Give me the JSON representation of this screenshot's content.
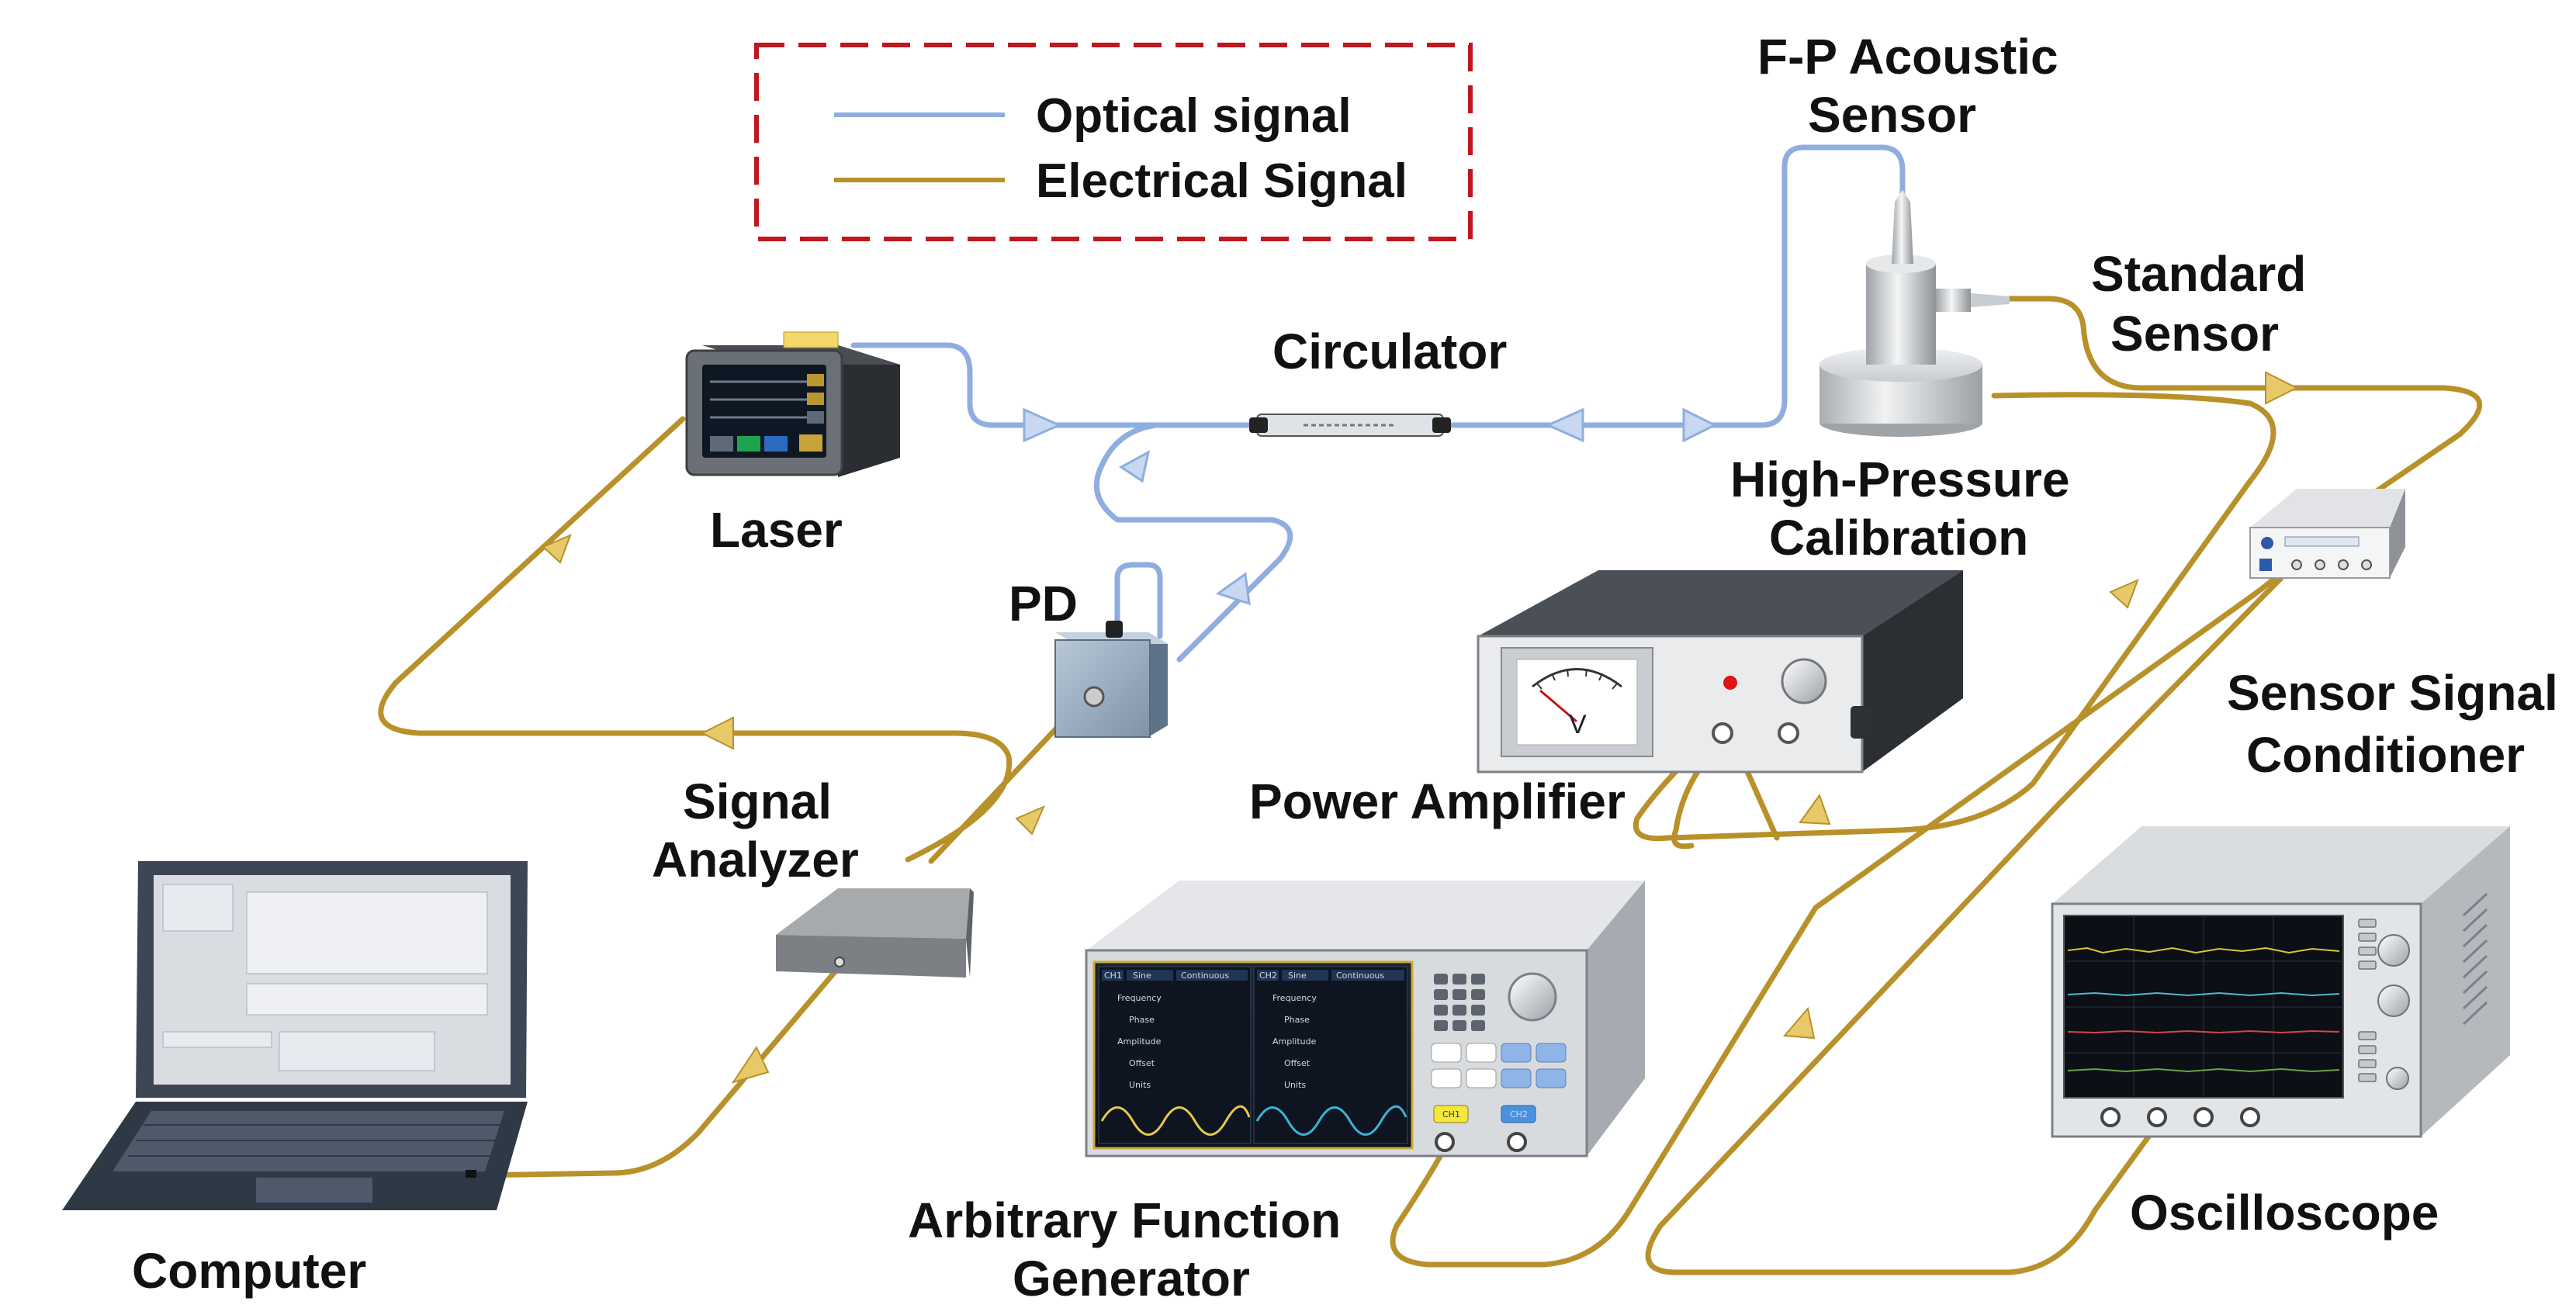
{
  "legend": {
    "optical": "Optical signal",
    "electrical": "Electrical Signal"
  },
  "colors": {
    "optical": "#8faee0",
    "electrical": "#b8912a",
    "legend_border": "#c0161d"
  },
  "labels": {
    "fp_sensor_line1": "F-P Acoustic",
    "fp_sensor_line2": "Sensor",
    "standard_sensor_line1": "Standard",
    "standard_sensor_line2": "Sensor",
    "circulator": "Circulator",
    "laser": "Laser",
    "pd": "PD",
    "high_pressure_line1": "High-Pressure",
    "high_pressure_line2": "Calibration",
    "sensor_cond_line1": "Sensor Signal",
    "sensor_cond_line2": "Conditioner",
    "signal_analyzer_line1": "Signal",
    "signal_analyzer_line2": "Analyzer",
    "power_amplifier": "Power Amplifier",
    "afg_line1": "Arbitrary Function",
    "afg_line2": "Generator",
    "oscilloscope": "Oscilloscope",
    "computer": "Computer",
    "voltmeter_unit": "V"
  },
  "afg_screen": {
    "ch1_tab": "CH1",
    "ch2_tab": "CH2",
    "wave": "Sine",
    "mode": "Continuous",
    "rows": [
      "Frequency",
      "Phase",
      "Amplitude",
      "Offset",
      "Units"
    ],
    "ch1_button": "CH1",
    "ch2_button": "CH2"
  }
}
